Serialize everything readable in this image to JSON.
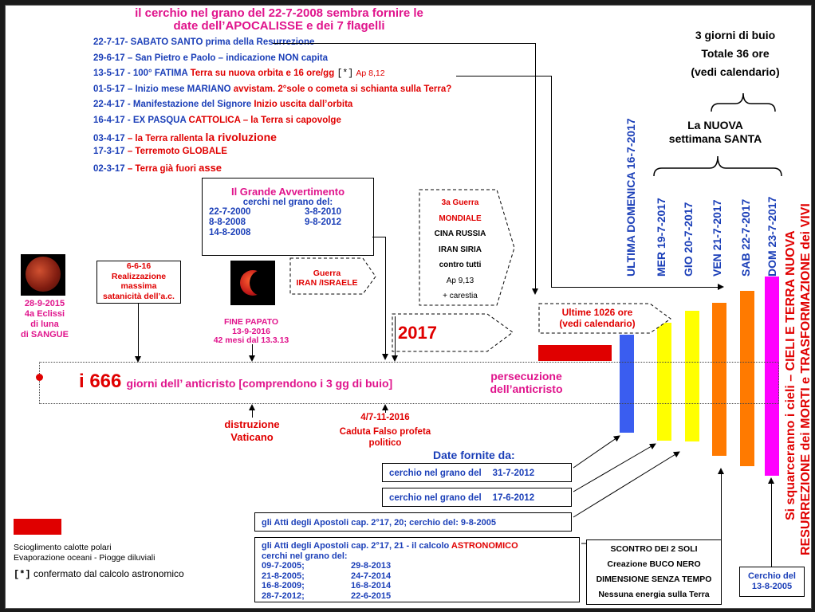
{
  "title": {
    "line1": "il cerchio nel grano del 22-7-2008  sembra fornire le",
    "line2": "date dell’APOCALISSE e dei 7 flagelli"
  },
  "date_list": [
    {
      "date": "22-7-17-",
      "text": "SABATO SANTO prima della Resurrezione"
    },
    {
      "date": "29-6-17 –",
      "text": "San Pietro e Paolo – indicazione NON capita"
    },
    {
      "date": "13-5-17 -",
      "text_blue": "100° FATIMA",
      "text_red": "Terra su nuova orbita e 16 ore/gg",
      "mark": "[*]",
      "ref": "Ap 8,12"
    },
    {
      "date": "01-5-17 –",
      "text_blue": "Inizio mese MARIANO",
      "text_red": "avvistam. 2°sole o cometa si schianta sulla Terra?"
    },
    {
      "date": "22-4-17 -",
      "text_blue": "Manifestazione del Signore",
      "text_red": "Inizio uscita dall’orbita"
    },
    {
      "date": "16-4-17 -",
      "text_blue": "EX PASQUA",
      "text_red": "CATTOLICA – la Terra si capovolge"
    },
    {
      "date": "03-4-17",
      "text_red": "– la Terra rallenta",
      "text_big": "la rivoluzione"
    },
    {
      "date": "17-3-17",
      "text_red": "– Terremoto GLOBALE"
    },
    {
      "date": "02-3-17",
      "text_red": "– Terra già fuori",
      "text_big": "asse"
    }
  ],
  "dark_days": {
    "line1": "3 giorni di buio",
    "line2": "Totale 36 ore",
    "line3": "(vedi calendario)"
  },
  "holy_week": {
    "line1": "La NUOVA",
    "line2": "settimana SANTA"
  },
  "week": {
    "last_sunday": "ULTIMA DOMENICA 16-7-2017",
    "days": [
      "MER  19-7-2017",
      "GIO  20-7-2017",
      "VEN  21-7-2017",
      "SAB  22-7-2017",
      "DOM  23-7-2017"
    ]
  },
  "side_text": {
    "line1": "Si squarceranno i cieli – CIELI E TERRA NUOVA",
    "line2": "RESURREZIONE dei MORTI e TRASFORMAZIONE dei VIVI"
  },
  "timeline": {
    "i666": "i 666",
    "text": "giorni dell’ anticristo [comprendono i 3 gg di buio]",
    "persecution1": "persecuzione",
    "persecution2": "dell’anticristo"
  },
  "eclipse": {
    "line1": "28-9-2015",
    "line2": "4a Eclissi",
    "line3": "di luna",
    "line4": "di SANGUE"
  },
  "satanicity": {
    "line1": "6-6-16",
    "line2": "Realizzazione",
    "line3": "massima",
    "line4": "satanicità dell’a.c."
  },
  "warning": {
    "title": "Il Grande Avvertimento",
    "subtitle": "cerchi nel grano del:",
    "dates": [
      "22-7-2000",
      "3-8-2010",
      "8-8-2008",
      "9-8-2012",
      "14-8-2008"
    ]
  },
  "pope": {
    "line1": "FINE PAPATO",
    "line2": "13-9-2016",
    "line3": "42 mesi dal 13.3.13"
  },
  "war1": {
    "line1": "Guerra",
    "line2": "IRAN /ISRAELE"
  },
  "war3": {
    "line1": "3a Guerra",
    "line2": "MONDIALE",
    "line3": "CINA RUSSIA",
    "line4": "IRAN SIRIA",
    "line5": "contro tutti",
    "line6": "Ap 9,13",
    "line7": "+ carestia"
  },
  "year_label": "2017",
  "last_hours": {
    "line1": "Ultime 1026 ore",
    "line2": "(vedi calendario)"
  },
  "vatican": {
    "line1": "distruzione",
    "line2": "Vaticano"
  },
  "false_prophet": {
    "line1": "4/7-11-2016",
    "line2": "Caduta Falso profeta",
    "line3": "politico"
  },
  "sources": {
    "heading": "Date fornite da:",
    "box1": {
      "label": "cerchio nel grano del",
      "date": "31-7-2012"
    },
    "box2": {
      "label": "cerchio nel grano del",
      "date": "17-6-2012"
    },
    "box3": "gli Atti degli Apostoli cap. 2°17, 20; cerchio del: 9-8-2005",
    "box4": {
      "title": "gli Atti degli Apostoli cap. 2°17, 21 - il calcolo",
      "title_red": "ASTRONOMICO",
      "subtitle": "cerchi nel grano del:",
      "dates": [
        "09-7-2005;",
        "29-8-2013",
        "21-8-2005;",
        "24-7-2014",
        "16-8-2009;",
        "16-8-2014",
        "28-7-2012;",
        "22-6-2015"
      ]
    }
  },
  "two_suns": {
    "line1": "SCONTRO DEI 2 SOLI",
    "line2": "Creazione BUCO NERO",
    "line3": "DIMENSIONE SENZA TEMPO",
    "line4": "Nessuna energia sulla Terra"
  },
  "circle_2005": {
    "line1": "Cerchio del",
    "line2": "13-8-2005"
  },
  "legend": {
    "line1": "Scioglimento calotte polari",
    "line2": "Evaporazione oceani - Piogge diluviali",
    "mark": "[*]",
    "note": "confermato dal calcolo astronomico"
  }
}
